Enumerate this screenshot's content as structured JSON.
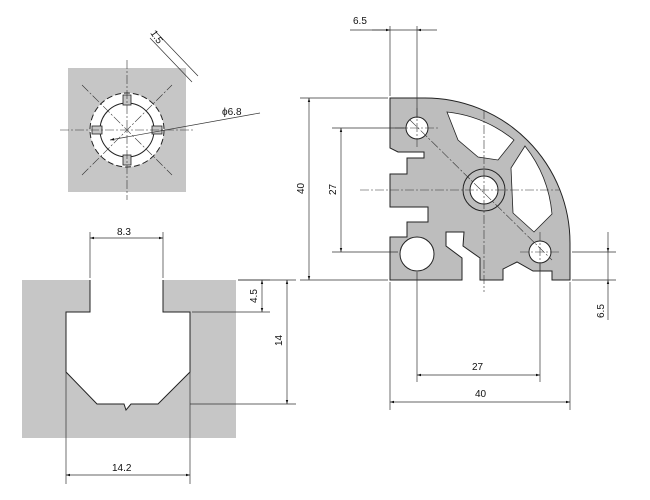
{
  "dimensions": {
    "slot_width": "1.5",
    "hole_diameter": "ϕ6.8",
    "groove_top_width": "8.3",
    "groove_lip": "4.5",
    "groove_depth": "14",
    "groove_inner_width": "14.2",
    "offset_top": "6.5",
    "height_overall": "40",
    "hole_spacing_vertical": "27",
    "offset_right": "6.5",
    "hole_spacing_horizontal": "27",
    "width_overall": "40"
  }
}
